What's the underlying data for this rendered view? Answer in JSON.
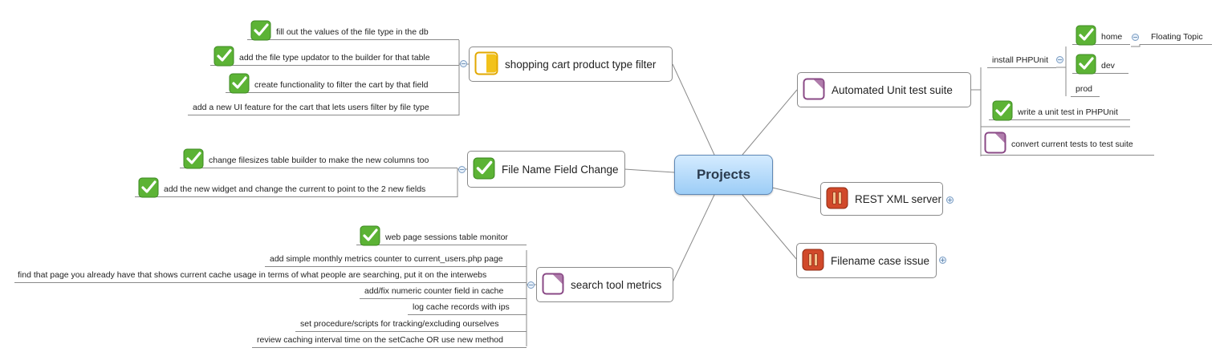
{
  "central": {
    "label": "Projects"
  },
  "topics": {
    "shopping_cart": {
      "label": "shopping cart product type filter",
      "items": [
        "fill out the values of the file type in the db",
        "add the file type updator to the builder for that table",
        "create functionality to filter the cart by that field",
        "add a new UI feature for the cart that lets users filter by file type"
      ]
    },
    "file_name": {
      "label": "File Name Field Change",
      "items": [
        "change filesizes table builder to make the new columns too",
        "add the new widget and change the current to point to the 2 new fields"
      ]
    },
    "search_tool": {
      "label": "search tool metrics",
      "items": [
        "web page sessions table monitor",
        "add simple monthly metrics counter to current_users.php page",
        "find that page you already have that shows current cache usage in terms of what people are searching, put it on the interwebs",
        "add/fix numeric counter field in cache",
        "log cache records with ips",
        "set procedure/scripts for tracking/excluding ourselves",
        "review caching interval time on the setCache OR use new method"
      ]
    },
    "unit_test": {
      "label": "Automated Unit test suite",
      "install": "install PHPUnit",
      "home": "home",
      "floating": "Floating Topic",
      "dev": "dev",
      "prod": "prod",
      "write_test": "write a unit test in PHPUnit",
      "convert": "convert current tests to test suite"
    },
    "rest_xml": {
      "label": "REST XML server"
    },
    "filename_case": {
      "label": "Filename case issue"
    }
  },
  "icons": {
    "done": "checkmark-icon",
    "half": "half-progress-icon",
    "started": "started-task-icon",
    "paused": "pause-icon"
  },
  "colors": {
    "central_fill": "#a9d5fa",
    "check_green": "#5cb335",
    "pause_red": "#d1492a",
    "half_yellow": "#f2c21b",
    "started_purple": "#8a4a86",
    "line": "#8a8a8a"
  }
}
